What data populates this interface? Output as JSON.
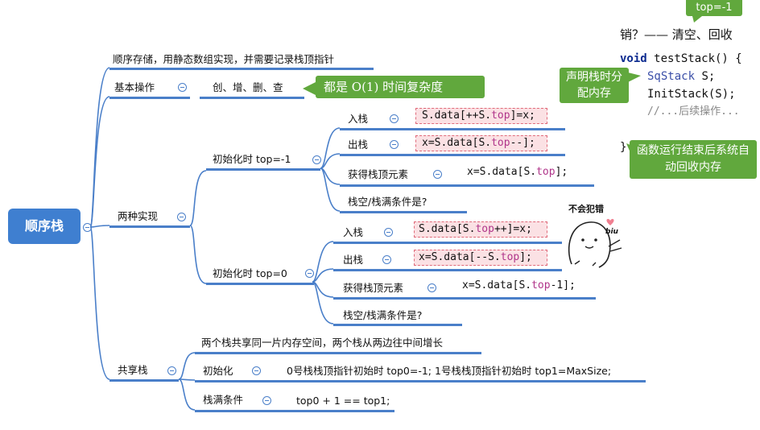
{
  "root": {
    "label": "顺序栈"
  },
  "branch_storage": {
    "text": "顺序存储，用静态数组实现，并需要记录栈顶指针"
  },
  "branch_basic": {
    "label": "基本操作",
    "ops": "创、增、删、查",
    "note": "都是 O(1) 时间复杂度"
  },
  "branch_impl": {
    "label": "两种实现",
    "minus1": {
      "label": "初始化时 top=-1",
      "push_label": "入栈",
      "push_code_pre": "S.data[++S.",
      "push_code_kw": "top",
      "push_code_post": "]=x;",
      "pop_label": "出栈",
      "pop_code_pre": "x=S.data[S.",
      "pop_code_kw": "top",
      "pop_code_post": "--];",
      "get_label": "获得栈顶元素",
      "get_code_pre": "x=S.data[S.",
      "get_code_kw": "top",
      "get_code_post": "];",
      "cond_label": "栈空/栈满条件是?"
    },
    "zero": {
      "label": "初始化时 top=0",
      "push_label": "入栈",
      "push_code_pre": "S.data[S.",
      "push_code_kw": "top",
      "push_code_post": "++]=x;",
      "pop_label": "出栈",
      "pop_code_pre": "x=S.data[--S.",
      "pop_code_kw": "top",
      "pop_code_post": "];",
      "get_label": "获得栈顶元素",
      "get_code_pre": "x=S.data[S.",
      "get_code_kw": "top",
      "get_code_post": "-1];",
      "cond_label": "栈空/栈满条件是?"
    },
    "sticker_text": "不会犯错",
    "sticker_biu": "biu"
  },
  "branch_shared": {
    "label": "共享栈",
    "desc": "两个栈共享同一片内存空间，两个栈从两边往中间增长",
    "init_label": "初始化",
    "init_text": "0号栈栈顶指针初始时 top0=-1;   1号栈栈顶指针初始时  top1=MaxSize;",
    "full_label": "栈满条件",
    "full_text": "top0 + 1 == top1;"
  },
  "code_panel": {
    "top_tag": "top=-1",
    "destroy_text": "销？—— 清空、回收",
    "line1_kw": "void",
    "line1_rest": " testStack() {",
    "line2_type": "SqStack",
    "line2_rest": " S;",
    "line3": "InitStack(S);",
    "line4": "//...后续操作...",
    "line5": "}",
    "bubble_alloc": "声明栈时分配内存",
    "bubble_free": "函数运行结束后系统自动回收内存"
  },
  "colors": {
    "accent": "#4a7fc9",
    "root_bg": "#3f7fd0",
    "highlight_bg": "#fbe1e4",
    "highlight_border": "#e06a7a",
    "note_green": "#61a83d"
  }
}
